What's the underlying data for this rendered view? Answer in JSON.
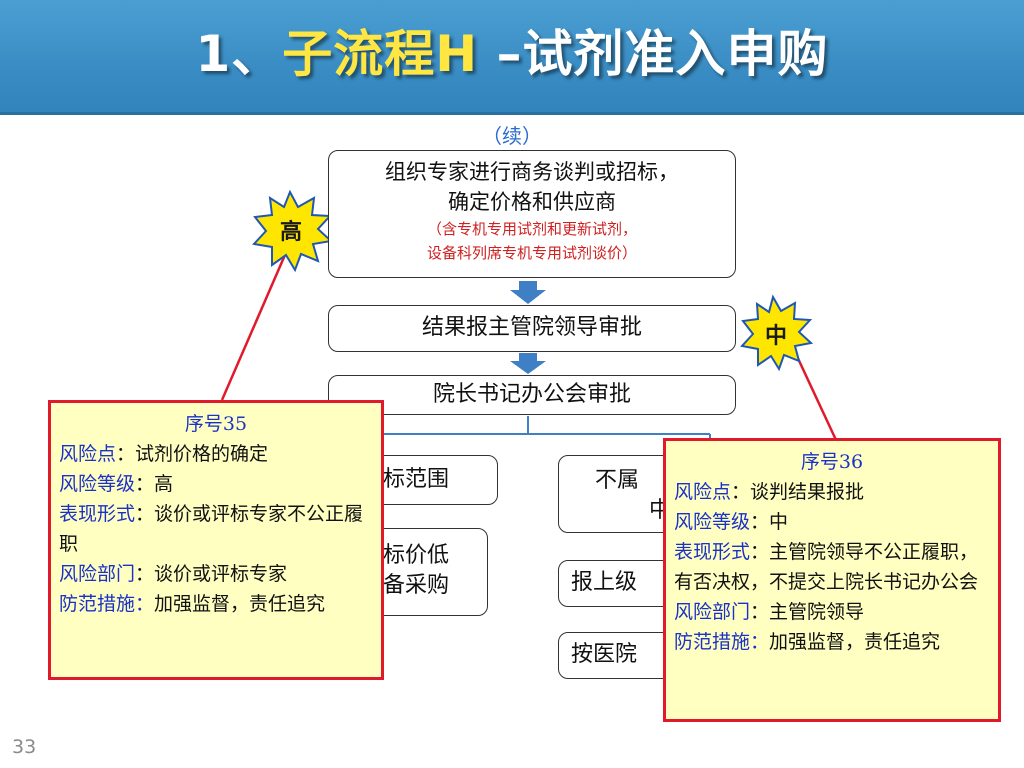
{
  "header": {
    "title_prefix": "1、",
    "title_highlight": "子流程H",
    "title_suffix": " –试剂准入申购"
  },
  "continuation_label": "（续）",
  "flow": {
    "main_line1": "组织专家进行商务谈判或招标，",
    "main_line2": "确定价格和供应商",
    "main_note1": "（含专机专用试剂和更新试剂，",
    "main_note2": "设备科列席专机专用试剂谈价）",
    "report_box": "结果报主管院领导审批",
    "meeting_box": "院长书记办公会审批",
    "branch_a": "标范围",
    "branch_b_line1": "标价低",
    "branch_b_line2": "备采购",
    "branch_c_line1": "不属",
    "branch_c_line2": "中",
    "branch_d": "报上级",
    "branch_e": "按医院"
  },
  "badges": {
    "high": "高",
    "medium": "中"
  },
  "risk_card_35": {
    "seq": "序号35",
    "point_key": "风险点",
    "point_val": "：试剂价格的确定",
    "level_key": "风险等级",
    "level_val": "：高",
    "form_key": "表现形式",
    "form_val": "：谈价或评标专家不公正履职",
    "dept_key": "风险部门",
    "dept_val": "：谈价或评标专家",
    "measure_key": "防范措施：",
    "measure_val": "加强监督，责任追究"
  },
  "risk_card_36": {
    "seq": "序号36",
    "point_key": "风险点",
    "point_val": "：谈判结果报批",
    "level_key": "风险等级",
    "level_val": "：中",
    "form_key": "表现形式",
    "form_val": "：主管院领导不公正履职，有否决权，不提交上院长书记办公会",
    "dept_key": "风险部门",
    "dept_val": "：主管院领导",
    "measure_key": "防范措施：",
    "measure_val": "加强监督，责任追究"
  },
  "page_number": "33",
  "colors": {
    "header_blue": "#3a8dc4",
    "title_highlight": "#ffe642",
    "card_fill": "#ffffc2",
    "card_border": "#e01a2c",
    "key_blue": "#1a32c8",
    "badge_fill": "#ffe600",
    "arrow_blue": "#3f7fc6"
  }
}
